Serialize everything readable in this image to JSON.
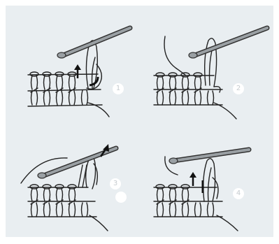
{
  "panels": [
    {
      "step": "1"
    },
    {
      "step": "2"
    },
    {
      "step": "3"
    },
    {
      "step": "4"
    }
  ]
}
